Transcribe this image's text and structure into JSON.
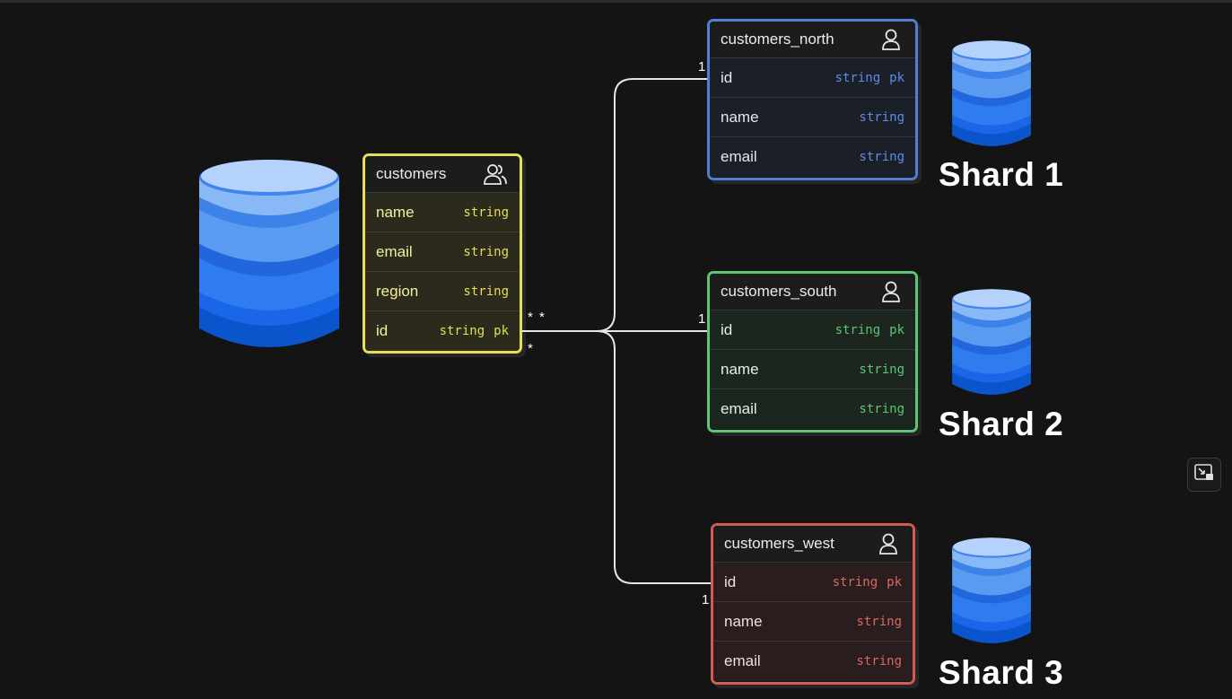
{
  "source_table": {
    "title": "customers",
    "icon": "users-icon",
    "color": "#e6df55",
    "fields": [
      {
        "name": "name",
        "type": "string",
        "key": ""
      },
      {
        "name": "email",
        "type": "string",
        "key": ""
      },
      {
        "name": "region",
        "type": "string",
        "key": ""
      },
      {
        "name": "id",
        "type": "string",
        "key": "pk"
      }
    ]
  },
  "shards": [
    {
      "title": "customers_north",
      "icon": "user-icon",
      "color": "#4f7fd6",
      "label": "Shard 1",
      "cardinality": "1",
      "fields": [
        {
          "name": "id",
          "type": "string",
          "key": "pk"
        },
        {
          "name": "name",
          "type": "string",
          "key": ""
        },
        {
          "name": "email",
          "type": "string",
          "key": ""
        }
      ]
    },
    {
      "title": "customers_south",
      "icon": "user-icon",
      "color": "#5cc676",
      "label": "Shard 2",
      "cardinality": "1",
      "fields": [
        {
          "name": "id",
          "type": "string",
          "key": "pk"
        },
        {
          "name": "name",
          "type": "string",
          "key": ""
        },
        {
          "name": "email",
          "type": "string",
          "key": ""
        }
      ]
    },
    {
      "title": "customers_west",
      "icon": "user-icon",
      "color": "#d35a55",
      "label": "Shard 3",
      "cardinality": "1",
      "fields": [
        {
          "name": "id",
          "type": "string",
          "key": "pk"
        },
        {
          "name": "name",
          "type": "string",
          "key": ""
        },
        {
          "name": "email",
          "type": "string",
          "key": ""
        }
      ]
    }
  ],
  "source_cardinality": [
    "*",
    "*",
    "*"
  ],
  "icons": {
    "database": "database-icon",
    "pip": "picture-in-picture-icon"
  }
}
